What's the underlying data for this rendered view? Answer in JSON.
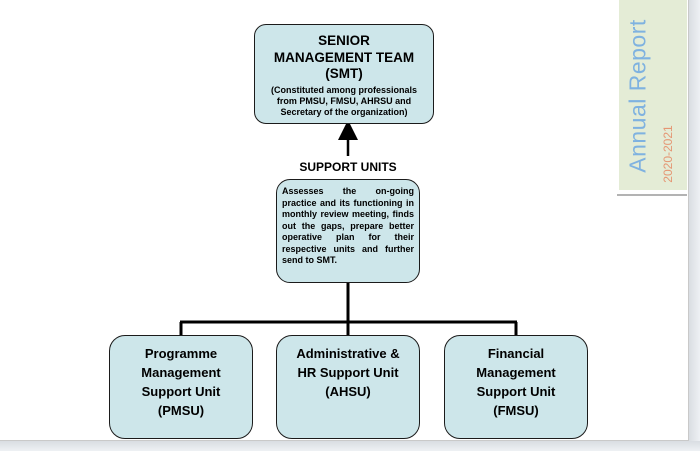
{
  "side_banner": {
    "title": "Annual Report",
    "year": "2020-2021"
  },
  "diagram": {
    "top": {
      "title_lines": [
        "SENIOR",
        "MANAGEMENT TEAM",
        "(SMT)"
      ],
      "note_lines": [
        "(Constituted among professionals",
        "from PMSU, FMSU, AHRSU and",
        "Secretary of the organization)"
      ]
    },
    "support_units": {
      "label": "SUPPORT UNITS",
      "description": "Assesses the on-going practice and its functioning in monthly review meeting, finds out the gaps, prepare better operative plan for their respective units and further send to SMT."
    },
    "units": [
      {
        "lines": [
          "Programme",
          "Management",
          "Support Unit",
          "(PMSU)"
        ]
      },
      {
        "lines": [
          "Administrative &",
          "HR Support Unit",
          "(AHSU)"
        ]
      },
      {
        "lines": [
          "Financial",
          "Management",
          "Support Unit",
          "(FMSU)"
        ]
      }
    ]
  },
  "colors": {
    "box_fill": "#cde6ea",
    "banner_fill": "#e4ecd6",
    "banner_title": "#7fb2e0",
    "banner_year": "#e59673"
  }
}
